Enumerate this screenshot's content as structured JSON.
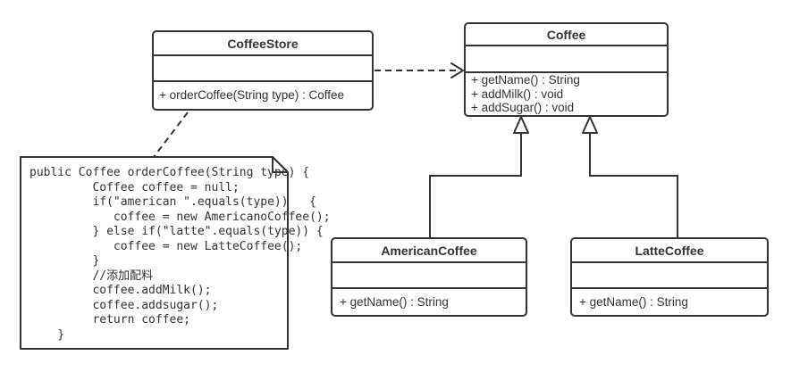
{
  "colors": {
    "line": "#333333",
    "text": "#333333",
    "background": "#ffffff",
    "shape_fill": "#ffffff"
  },
  "classes": {
    "coffee_store": {
      "name": "CoffeeStore",
      "attributes": [],
      "methods": [
        "+ orderCoffee(String type) : Coffee"
      ]
    },
    "coffee": {
      "name": "Coffee",
      "attributes": [],
      "methods": [
        "+ getName() : String",
        "+ addMilk() : void",
        "+ addSugar() : void"
      ]
    },
    "american_coffee": {
      "name": "AmericanCoffee",
      "attributes": [],
      "methods": [
        "+ getName() : String"
      ]
    },
    "latte_coffee": {
      "name": "LatteCoffee",
      "attributes": [],
      "methods": [
        "+ getName() : String"
      ]
    }
  },
  "note": {
    "code": "public Coffee orderCoffee(String type) {\n         Coffee coffee = null;\n         if(\"american \".equals(type))   {\n            coffee = new AmericanoCoffee();\n         } else if(\"latte\".equals(type)) {\n            coffee = new LatteCoffee();\n         }\n         //添加配料\n         coffee.addMilk();\n         coffee.addsugar();\n         return coffee;\n    }"
  },
  "relations": [
    {
      "type": "dependency",
      "from": "CoffeeStore",
      "to": "Coffee",
      "style": "dashed-open-arrow"
    },
    {
      "type": "generalization",
      "from": "AmericanCoffee",
      "to": "Coffee",
      "style": "solid-hollow-triangle"
    },
    {
      "type": "generalization",
      "from": "LatteCoffee",
      "to": "Coffee",
      "style": "solid-hollow-triangle"
    },
    {
      "type": "note-anchor",
      "from": "CoffeeStore",
      "to": "code-note",
      "style": "dashed"
    }
  ]
}
